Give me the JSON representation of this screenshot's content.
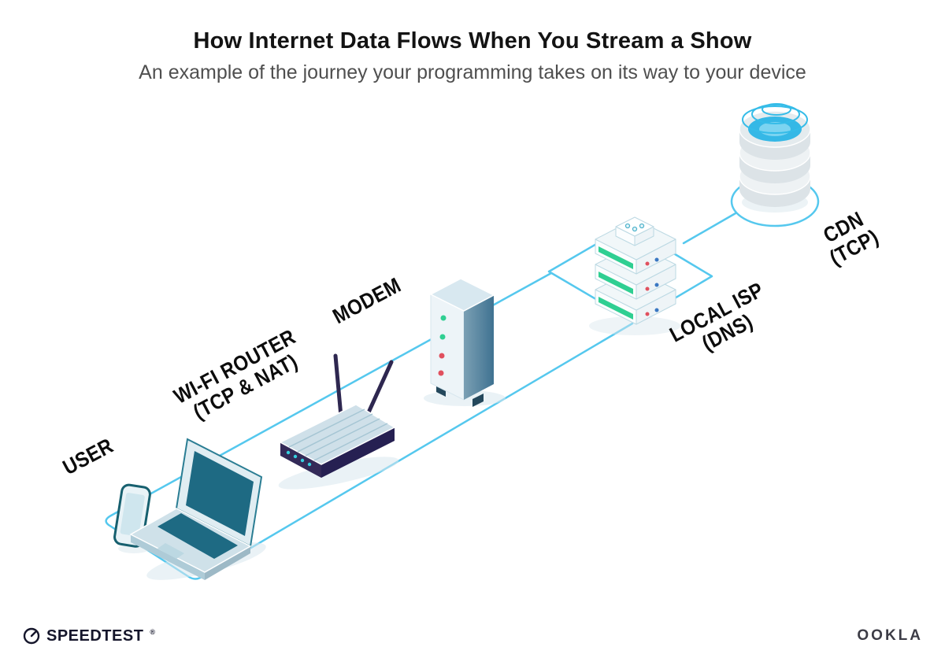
{
  "header": {
    "title": "How Internet Data Flows When You Stream a Show",
    "subtitle": "An example of the journey your programming takes on its way to your device"
  },
  "nodes": [
    {
      "id": "user",
      "label": "USER",
      "sub": ""
    },
    {
      "id": "wifi-router",
      "label": "WI-FI ROUTER",
      "sub": "(TCP & NAT)"
    },
    {
      "id": "modem",
      "label": "MODEM",
      "sub": ""
    },
    {
      "id": "local-isp",
      "label": "LOCAL ISP",
      "sub": "(DNS)"
    },
    {
      "id": "cdn",
      "label": "CDN",
      "sub": "(TCP)"
    }
  ],
  "footer": {
    "speedtest": "SPEEDTEST",
    "speedtest_mark": "®",
    "ookla": "OOKLA"
  },
  "colors": {
    "flow_line": "#55c8ee",
    "device_teal": "#1e6a83",
    "router_navy": "#2e2750",
    "led_green": "#2fcf92",
    "led_red": "#e0505e",
    "cdn_blue": "#35b8e6",
    "brand_dark": "#15162b"
  }
}
